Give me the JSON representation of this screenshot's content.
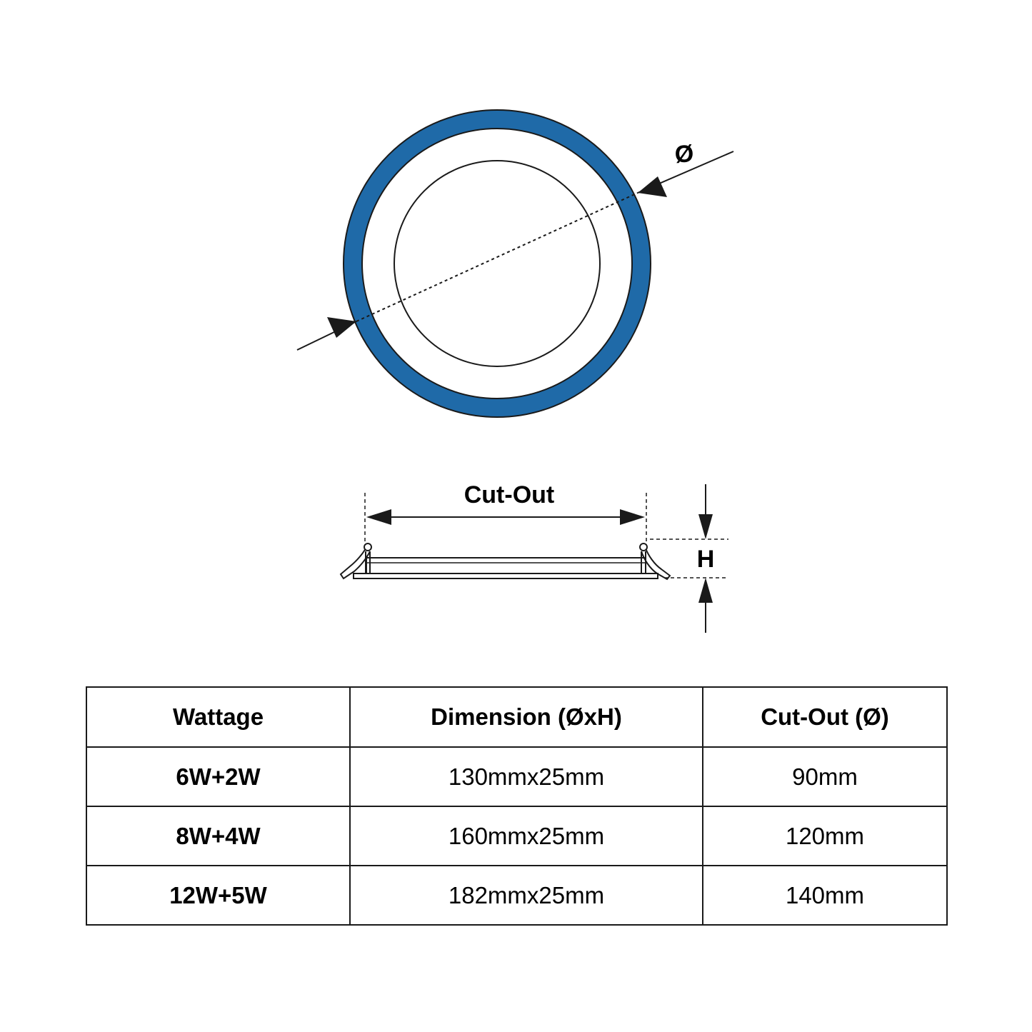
{
  "colors": {
    "ring": "#1f6aa8",
    "line": "#1a1a1a"
  },
  "top_view": {
    "diameter_symbol": "Ø"
  },
  "side_view": {
    "cutout_label": "Cut-Out",
    "height_label": "H"
  },
  "table": {
    "headers": [
      "Wattage",
      "Dimension (ØxH)",
      "Cut-Out (Ø)"
    ],
    "rows": [
      {
        "wattage": "6W+2W",
        "dimension": "130mmx25mm",
        "cutout": "90mm"
      },
      {
        "wattage": "8W+4W",
        "dimension": "160mmx25mm",
        "cutout": "120mm"
      },
      {
        "wattage": "12W+5W",
        "dimension": "182mmx25mm",
        "cutout": "140mm"
      }
    ]
  }
}
